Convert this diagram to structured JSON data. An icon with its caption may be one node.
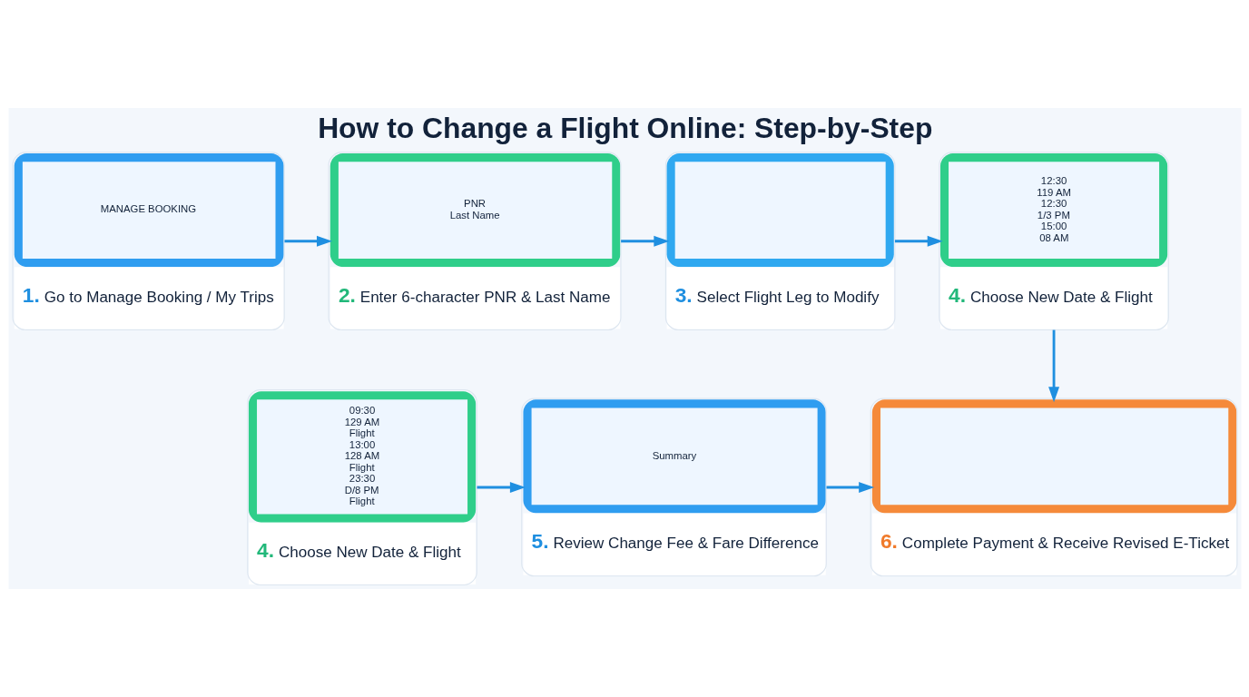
{
  "diagram": {
    "title": "How to Change a Flight Online: Step-by-Step",
    "nodes": [
      {
        "text": [
          "MANAGE BOOKING",
          "1.",
          "Go to Manage Booking / My Trips"
        ]
      },
      {
        "text": [
          "PNR",
          "Last Name",
          "2.",
          "Enter 6-character PNR & Last Name"
        ]
      },
      {
        "text": [
          "3.",
          "Select Flight Leg to Modify"
        ]
      },
      {
        "text": [
          "12:30",
          "119 AM",
          "12:30",
          "1/3 PM",
          "15:00",
          "08 AM",
          "4.",
          "Choose New Date & Flight"
        ]
      },
      {
        "text": [
          "09:30",
          "129 AM",
          "Flight",
          "13:00",
          "128 AM",
          "Flight",
          "23:30",
          "D/8 PM",
          "Flight",
          "4.",
          "Choose New Date & Flight"
        ]
      },
      {
        "text": [
          "Summary",
          "5.",
          "Review Change Fee & Fare Difference"
        ]
      },
      {
        "text": [
          "6.",
          "Complete Payment & Receive Revised E-Ticket"
        ]
      }
    ],
    "edges": [
      {
        "from": 0,
        "to": 1,
        "arrow": "to"
      },
      {
        "from": 1,
        "to": 2,
        "arrow": "to"
      },
      {
        "from": 2,
        "to": 3,
        "arrow": "to"
      },
      {
        "from": 3,
        "to": 6,
        "arrow": "to"
      },
      {
        "from": 4,
        "to": 5,
        "arrow": "to"
      },
      {
        "from": 5,
        "to": 6,
        "arrow": "to"
      }
    ]
  }
}
